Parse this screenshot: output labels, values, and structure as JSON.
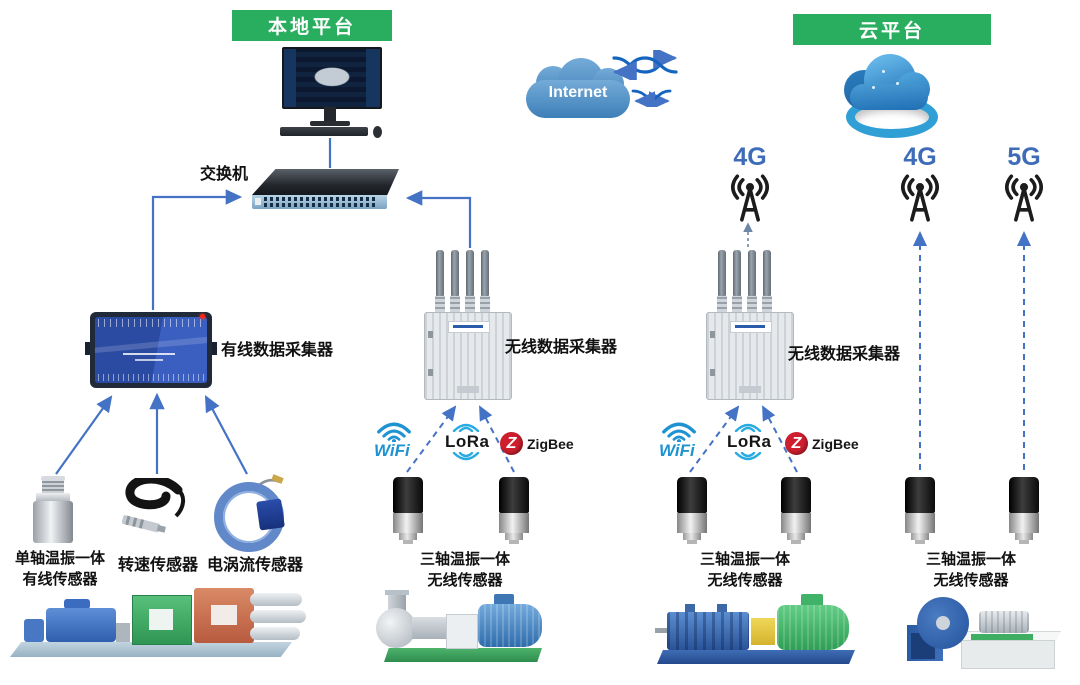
{
  "banners": {
    "local": "本地平台",
    "cloud": "云平台"
  },
  "labels": {
    "switch": "交换机",
    "internet": "Internet",
    "wired_collector": "有线数据采集器",
    "wireless_collector": "无线数据采集器"
  },
  "antennas": [
    {
      "tech": "4G"
    },
    {
      "tech": "4G"
    },
    {
      "tech": "5G"
    }
  ],
  "protocols": {
    "wifi": "WiFi",
    "lora": "LoRa",
    "zigbee": "ZigBee",
    "zigbee_initial": "Z"
  },
  "sensor_labels": {
    "single_axis_wired": [
      "单轴温振一体",
      "有线传感器"
    ],
    "speed": "转速传感器",
    "eddy_current": "电涡流传感器",
    "triaxial_wireless": [
      "三轴温振一体",
      "无线传感器"
    ]
  },
  "colors": {
    "banner_green": "#29ad5f",
    "line_blue": "#4472c4",
    "tech_blue": "#3e6cb8",
    "wifi_blue": "#1f93d1",
    "lora_arc_blue": "#29abe2",
    "zigbee_red": "#cf1f2f",
    "internet_cloud_blue": "#4a8fc7"
  }
}
